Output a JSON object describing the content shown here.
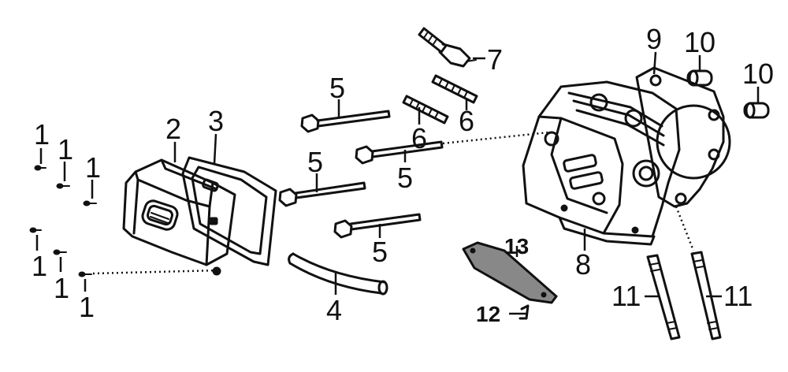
{
  "callouts": {
    "c1a": "1",
    "c1b": "1",
    "c1c": "1",
    "c1d": "1",
    "c1e": "1",
    "c1f": "1",
    "c2": "2",
    "c3": "3",
    "c4": "4",
    "c5a": "5",
    "c5b": "5",
    "c5c": "5",
    "c5d": "5",
    "c6a": "6",
    "c6b": "6",
    "c7": "7",
    "c8": "8",
    "c9": "9",
    "c10a": "10",
    "c10b": "10",
    "c11a": "11",
    "c11b": "11",
    "c12": "12",
    "c13": "13"
  },
  "parts": {
    "p1": "screw",
    "p2": "cylinder-head-cover",
    "p3": "cover-gasket",
    "p4": "breather-tube",
    "p5": "cylinder-head-bolt",
    "p6": "stud",
    "p7": "spark-plug",
    "p8": "cylinder-head",
    "p9": "head-gasket",
    "p10": "dowel-pin",
    "p11": "stud-bolt",
    "p12": "small-screw",
    "p13": "heat-shield"
  }
}
